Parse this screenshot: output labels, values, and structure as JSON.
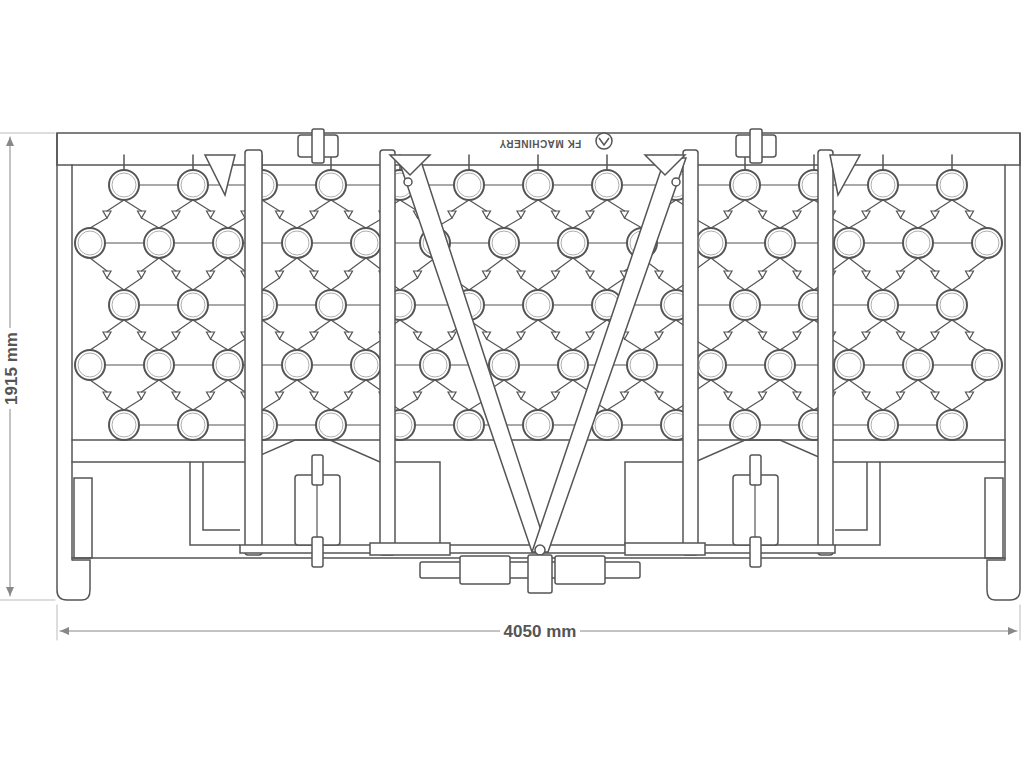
{
  "diagram": {
    "labels": [
      "FK MACHINERY",
      "1915 mm",
      "4050 mm"
    ]
  }
}
